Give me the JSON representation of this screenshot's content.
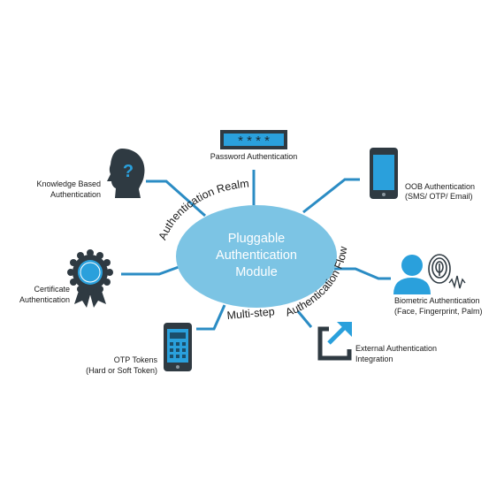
{
  "hub": {
    "line1": "Pluggable",
    "line2": "Authentication",
    "line3": "Module"
  },
  "arcs": {
    "realm": "Authentication Realm",
    "flow": "Authentication Flow",
    "multistep": "Multi-step"
  },
  "methods": {
    "password": {
      "label": "Password Authentication",
      "mask": "* * * *"
    },
    "oob": {
      "line1": "OOB Authentication",
      "line2": "(SMS/ OTP/ Email)"
    },
    "biometric": {
      "line1": "Biometric Authentication",
      "line2": "(Face, Fingerprint, Palm)"
    },
    "external": {
      "line1": "External Authentication",
      "line2": "Integration"
    },
    "otp": {
      "line1": "OTP Tokens",
      "line2": "(Hard or Soft Token)"
    },
    "certificate": {
      "line1": "Certificate",
      "line2": "Authentication"
    },
    "knowledge": {
      "line1": "Knowledge Based",
      "line2": "Authentication",
      "glyph": "?"
    }
  },
  "colors": {
    "hub_fill": "#7cc4e4",
    "connector": "#2b8cc4",
    "icon_dark": "#2f3a42",
    "icon_blue": "#2aa0dc"
  },
  "icons": {
    "password": "password-field-icon",
    "oob": "mobile-phone-icon",
    "biometric": "biometric-person-fingerprint-icon",
    "external": "external-link-icon",
    "otp": "token-device-icon",
    "certificate": "certificate-ribbon-icon",
    "knowledge": "head-question-icon"
  }
}
